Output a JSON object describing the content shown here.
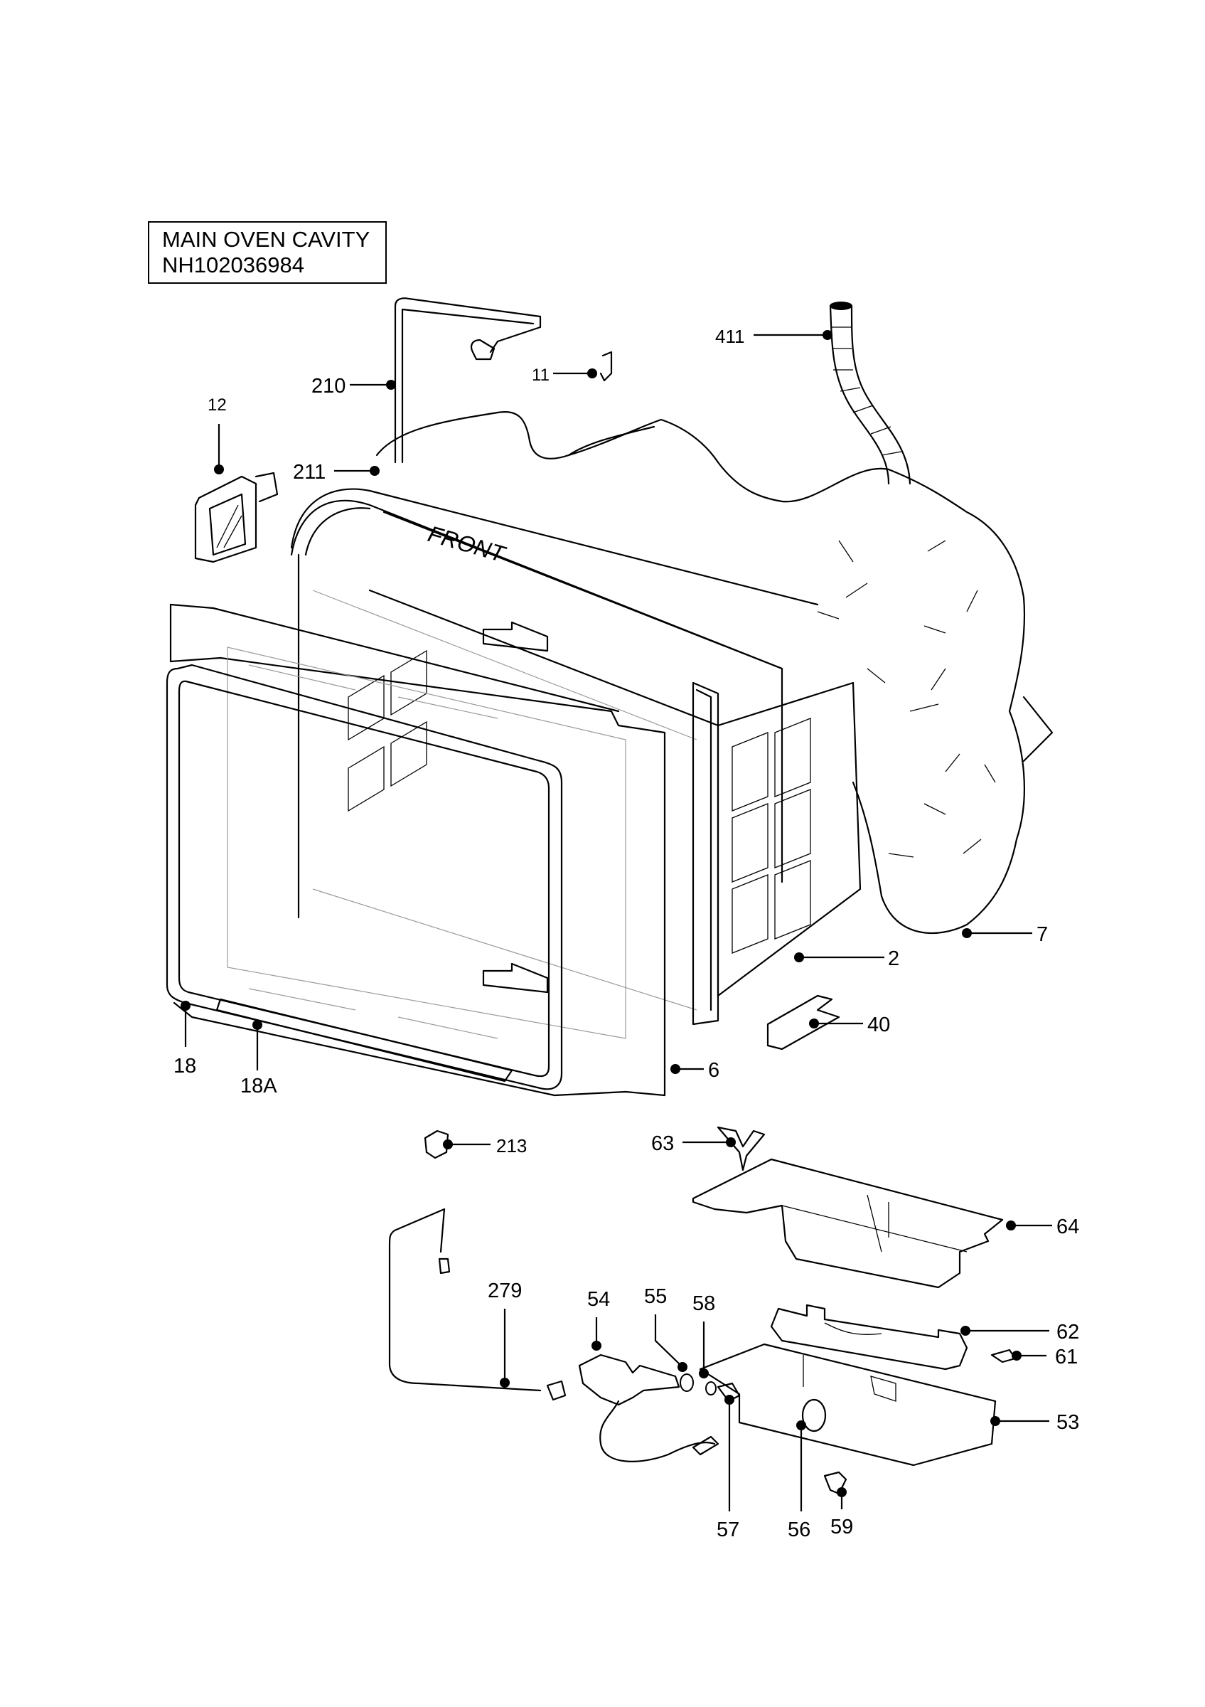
{
  "title": {
    "line1": "MAIN OVEN CAVITY",
    "line2": "NH102036984"
  },
  "embossed_text": "FRONT",
  "callouts": [
    {
      "id": "411",
      "label": "411"
    },
    {
      "id": "11",
      "label": "11"
    },
    {
      "id": "12",
      "label": "12"
    },
    {
      "id": "210",
      "label": "210"
    },
    {
      "id": "211",
      "label": "211"
    },
    {
      "id": "7",
      "label": "7"
    },
    {
      "id": "2",
      "label": "2"
    },
    {
      "id": "40",
      "label": "40"
    },
    {
      "id": "18",
      "label": "18"
    },
    {
      "id": "18A",
      "label": "18A"
    },
    {
      "id": "6",
      "label": "6"
    },
    {
      "id": "213",
      "label": "213"
    },
    {
      "id": "63",
      "label": "63"
    },
    {
      "id": "64",
      "label": "64"
    },
    {
      "id": "279",
      "label": "279"
    },
    {
      "id": "54",
      "label": "54"
    },
    {
      "id": "55",
      "label": "55"
    },
    {
      "id": "58",
      "label": "58"
    },
    {
      "id": "62",
      "label": "62"
    },
    {
      "id": "61",
      "label": "61"
    },
    {
      "id": "53",
      "label": "53"
    },
    {
      "id": "57",
      "label": "57"
    },
    {
      "id": "56",
      "label": "56"
    },
    {
      "id": "59",
      "label": "59"
    }
  ]
}
